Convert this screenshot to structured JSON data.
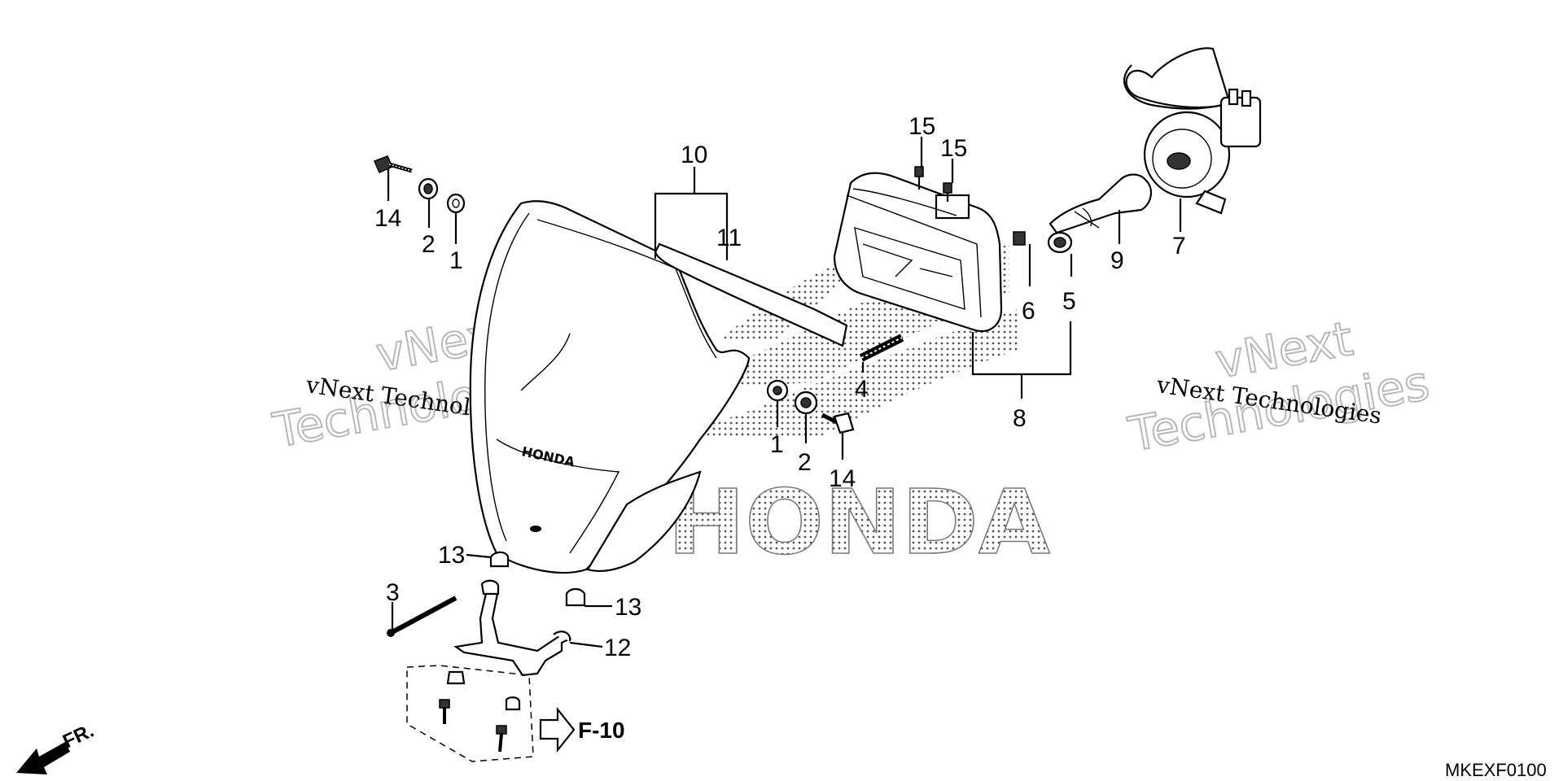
{
  "callouts": {
    "c14a": "14",
    "c2a": "2",
    "c1a": "1",
    "c10": "10",
    "c11": "11",
    "c15a": "15",
    "c15b": "15",
    "c9": "9",
    "c7": "7",
    "c6": "6",
    "c5": "5",
    "c4": "4",
    "c8": "8",
    "c1b": "1",
    "c2b": "2",
    "c14b": "14",
    "c13a": "13",
    "c13b": "13",
    "c3": "3",
    "c12": "12"
  },
  "watermark": {
    "line1": "vNext",
    "line2": "Technologies",
    "full": "vNext Technologies"
  },
  "background_logo": "HONDA",
  "cowl_logo": "HONDA",
  "reference": "F-10",
  "direction": "FR.",
  "diagram_code": "MKEXF0100"
}
